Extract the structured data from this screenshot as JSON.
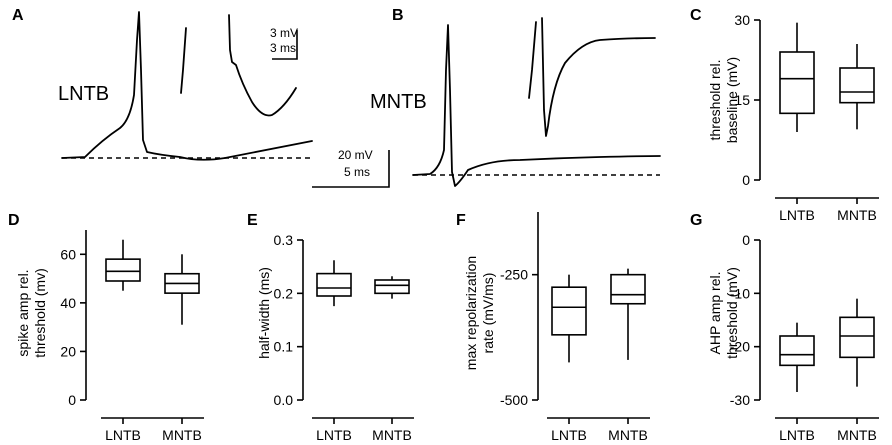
{
  "panels": {
    "A": {
      "label": "A",
      "cell": "LNTB",
      "scalebar_top": [
        "3 mV",
        "3 ms"
      ]
    },
    "B": {
      "label": "B",
      "cell": "MNTB",
      "scalebar_bottom": [
        "20 mV",
        "5 ms"
      ]
    }
  },
  "chart_data": [
    {
      "type": "box",
      "panel": "C",
      "ylabel": [
        "threshold rel.",
        "baseline (mV)"
      ],
      "categories": [
        "LNTB",
        "MNTB"
      ],
      "ylim": [
        0,
        30
      ],
      "yticks": [
        0,
        15,
        30
      ],
      "boxes": [
        {
          "name": "LNTB",
          "min": 9,
          "q1": 12.5,
          "median": 19,
          "q3": 24,
          "max": 29.5
        },
        {
          "name": "MNTB",
          "min": 9.5,
          "q1": 14.5,
          "median": 16.5,
          "q3": 21,
          "max": 25.5
        }
      ]
    },
    {
      "type": "box",
      "panel": "D",
      "ylabel": [
        "spike amp rel.",
        "threshold (mv)"
      ],
      "categories": [
        "LNTB",
        "MNTB"
      ],
      "ylim": [
        0,
        70
      ],
      "yticks": [
        0,
        20,
        40,
        60
      ],
      "boxes": [
        {
          "name": "LNTB",
          "min": 45,
          "q1": 49,
          "median": 53,
          "q3": 58,
          "max": 66
        },
        {
          "name": "MNTB",
          "min": 31,
          "q1": 44,
          "median": 48,
          "q3": 52,
          "max": 60
        }
      ]
    },
    {
      "type": "box",
      "panel": "E",
      "ylabel": [
        "half-width (ms)"
      ],
      "categories": [
        "LNTB",
        "MNTB"
      ],
      "ylim": [
        0,
        0.3
      ],
      "yticks": [
        0.0,
        0.1,
        0.2,
        0.3
      ],
      "tickfmt": 1,
      "boxes": [
        {
          "name": "LNTB",
          "min": 0.176,
          "q1": 0.195,
          "median": 0.21,
          "q3": 0.237,
          "max": 0.262
        },
        {
          "name": "MNTB",
          "min": 0.19,
          "q1": 0.2,
          "median": 0.215,
          "q3": 0.225,
          "max": 0.232
        }
      ]
    },
    {
      "type": "box",
      "panel": "F",
      "ylabel": [
        "max repolarization",
        "rate (mV/ms)"
      ],
      "categories": [
        "LNTB",
        "MNTB"
      ],
      "ylim": [
        -500,
        -125
      ],
      "yticks": [
        -500,
        -250
      ],
      "boxes": [
        {
          "name": "LNTB",
          "min": -425,
          "q1": -370,
          "median": -315,
          "q3": -275,
          "max": -250
        },
        {
          "name": "MNTB",
          "min": -420,
          "q1": -308,
          "median": -290,
          "q3": -250,
          "max": -238
        }
      ]
    },
    {
      "type": "box",
      "panel": "G",
      "ylabel": [
        "AHP amp rel.",
        "threshold (mV)"
      ],
      "categories": [
        "LNTB",
        "MNTB"
      ],
      "ylim": [
        -30,
        0
      ],
      "yticks": [
        -30,
        -20,
        -10,
        0
      ],
      "boxes": [
        {
          "name": "LNTB",
          "min": -28.5,
          "q1": -23.5,
          "median": -21.5,
          "q3": -18,
          "max": -15.5
        },
        {
          "name": "MNTB",
          "min": -27.5,
          "q1": -22,
          "median": -18,
          "q3": -14.5,
          "max": -11
        }
      ]
    }
  ]
}
